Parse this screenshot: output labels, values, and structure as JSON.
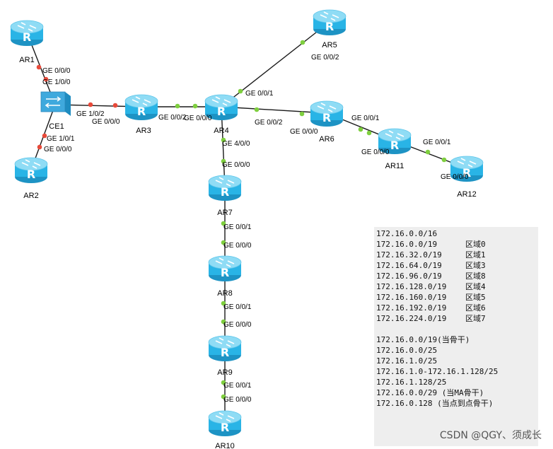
{
  "devices": [
    {
      "id": "AR1",
      "label": "AR1",
      "type": "router"
    },
    {
      "id": "CE1",
      "label": "CE1",
      "type": "switch"
    },
    {
      "id": "AR2",
      "label": "AR2",
      "type": "router"
    },
    {
      "id": "AR3",
      "label": "AR3",
      "type": "router"
    },
    {
      "id": "AR4",
      "label": "AR4",
      "type": "router"
    },
    {
      "id": "AR5",
      "label": "AR5",
      "type": "router"
    },
    {
      "id": "AR6",
      "label": "AR6",
      "type": "router"
    },
    {
      "id": "AR11",
      "label": "AR11",
      "type": "router"
    },
    {
      "id": "AR12",
      "label": "AR12",
      "type": "router"
    },
    {
      "id": "AR7",
      "label": "AR7",
      "type": "router"
    },
    {
      "id": "AR8",
      "label": "AR8",
      "type": "router"
    },
    {
      "id": "AR9",
      "label": "AR9",
      "type": "router"
    },
    {
      "id": "AR10",
      "label": "AR10",
      "type": "router"
    }
  ],
  "links": [
    {
      "a": "AR1",
      "b": "CE1",
      "a_port": "GE 0/0/0",
      "b_port": "GE 1/0/0",
      "status": "down"
    },
    {
      "a": "CE1",
      "b": "AR2",
      "a_port": "GE 1/0/1",
      "b_port": "GE 0/0/0",
      "status": "down"
    },
    {
      "a": "CE1",
      "b": "AR3",
      "a_port": "GE 1/0/2",
      "b_port": "GE 0/0/0",
      "status": "down"
    },
    {
      "a": "AR3",
      "b": "AR4",
      "a_port": "GE 0/0/2",
      "b_port": "GE 0/0/0",
      "status": "up"
    },
    {
      "a": "AR4",
      "b": "AR5",
      "a_port": "GE 0/0/1",
      "b_port": "GE 0/0/2",
      "status": "up"
    },
    {
      "a": "AR4",
      "b": "AR6",
      "a_port": "GE 0/0/2",
      "b_port": "GE 0/0/0",
      "status": "up"
    },
    {
      "a": "AR6",
      "b": "AR11",
      "a_port": "GE 0/0/1",
      "b_port": "GE 0/0/0",
      "status": "up"
    },
    {
      "a": "AR11",
      "b": "AR12",
      "a_port": "GE 0/0/1",
      "b_port": "GE 0/0/0",
      "status": "up"
    },
    {
      "a": "AR4",
      "b": "AR7",
      "a_port": "GE 4/0/0",
      "b_port": "GE 0/0/0",
      "status": "up"
    },
    {
      "a": "AR7",
      "b": "AR8",
      "a_port": "GE 0/0/1",
      "b_port": "GE 0/0/0",
      "status": "up"
    },
    {
      "a": "AR8",
      "b": "AR9",
      "a_port": "GE 0/0/1",
      "b_port": "GE 0/0/0",
      "status": "up"
    },
    {
      "a": "AR9",
      "b": "AR10",
      "a_port": "GE 0/0/1",
      "b_port": "GE 0/0/0",
      "status": "up"
    }
  ],
  "colors": {
    "router_top": "#8fdcf5",
    "router_body": "#29b4e6",
    "router_side": "#1d93c4",
    "switch_face": "#3fa9dd",
    "link_line": "#1a1a1a",
    "port_up": "#7fcf3f",
    "port_down": "#e84a3a",
    "notes_bg": "#eeeeee"
  },
  "notes": {
    "lines": [
      {
        "addr": "172.16.0.0/16",
        "area": ""
      },
      {
        "addr": "172.16.0.0/19",
        "area": "区域0"
      },
      {
        "addr": "172.16.32.0/19",
        "area": "区域1"
      },
      {
        "addr": "172.16.64.0/19",
        "area": "区域3"
      },
      {
        "addr": "172.16.96.0/19",
        "area": "区域8"
      },
      {
        "addr": "172.16.128.0/19",
        "area": "区域4"
      },
      {
        "addr": "172.16.160.0/19",
        "area": "区域5"
      },
      {
        "addr": "172.16.192.0/19",
        "area": "区域6"
      },
      {
        "addr": "172.16.224.0/19",
        "area": "区域7"
      },
      {
        "addr": "",
        "area": ""
      },
      {
        "addr": "172.16.0.0/19(当骨干)",
        "area": ""
      },
      {
        "addr": "172.16.0.0/25",
        "area": ""
      },
      {
        "addr": "172.16.1.0/25",
        "area": ""
      },
      {
        "addr": "172.16.1.0-172.16.1.128/25",
        "area": ""
      },
      {
        "addr": "172.16.1.128/25",
        "area": ""
      },
      {
        "addr": "172.16.0.0/29 (当MA骨干)",
        "area": ""
      },
      {
        "addr": "172.16.0.128 (当点到点骨干)",
        "area": ""
      }
    ]
  },
  "watermark": "CSDN @QGY、须成长"
}
